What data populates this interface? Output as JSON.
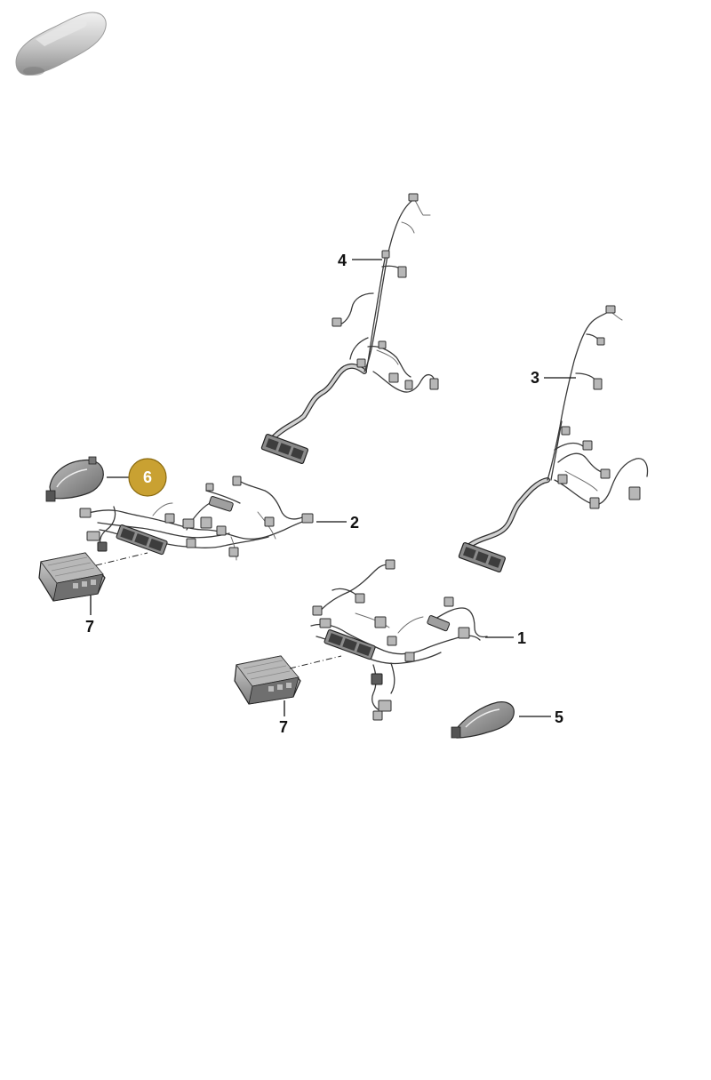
{
  "diagram": {
    "callouts": [
      {
        "id": "1",
        "label": "1"
      },
      {
        "id": "2",
        "label": "2"
      },
      {
        "id": "3",
        "label": "3"
      },
      {
        "id": "4",
        "label": "4"
      },
      {
        "id": "5",
        "label": "5"
      },
      {
        "id": "6",
        "label": "6",
        "highlighted": true
      },
      {
        "id": "7a",
        "label": "7"
      },
      {
        "id": "7b",
        "label": "7"
      }
    ],
    "colors": {
      "highlight": "#c9a132",
      "highlight_border": "#8a6a10",
      "line": "#111111",
      "part_gray": "#9a9a9a"
    },
    "icons": [
      "car-silhouette-icon"
    ]
  }
}
